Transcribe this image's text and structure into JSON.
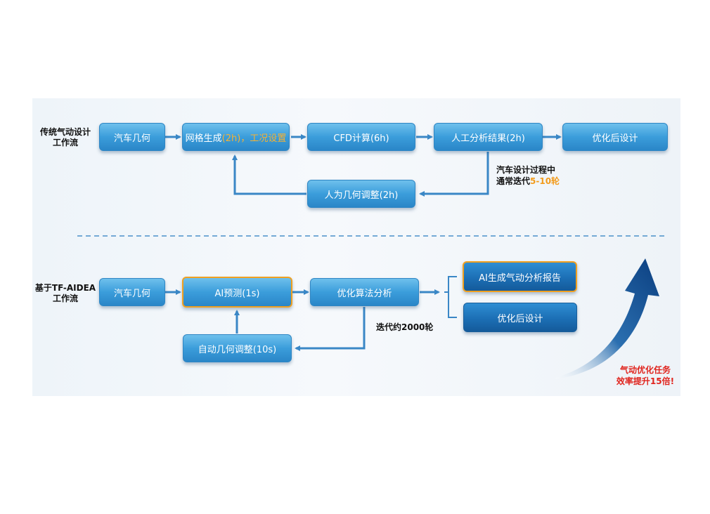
{
  "traditional": {
    "label": "传统气动设计\n工作流",
    "geometry": "汽车几何",
    "mesh_prefix": "网格生成",
    "mesh_highlight": "(2h)，工况设置",
    "cfd": "CFD计算(6h)",
    "analysis": "人工分析结果(2h)",
    "optimized": "优化后设计",
    "manual_adjust": "人为几何调整(2h)",
    "iteration_note_line1": "汽车设计过程中",
    "iteration_note_prefix": "通常迭代",
    "iteration_note_highlight": "5-10轮"
  },
  "aidea": {
    "label": "基于TF-AIDEA\n工作流",
    "geometry": "汽车几何",
    "ai_predict": "AI预测(1s)",
    "optimizer": "优化算法分析",
    "auto_adjust": "自动几何调整(10s)",
    "iteration_note": "迭代约2000轮",
    "report": "AI生成气动分析报告",
    "optimized": "优化后设计"
  },
  "efficiency_note": "气动优化任务\n效率提升15倍!",
  "colors": {
    "box_light": "#3b9ddb",
    "box_dark": "#1c6fb5",
    "highlight_border": "#f0a020",
    "arrow": "#3a87c6",
    "accent_text": "#f29b1c",
    "red_text": "#e0231c"
  }
}
